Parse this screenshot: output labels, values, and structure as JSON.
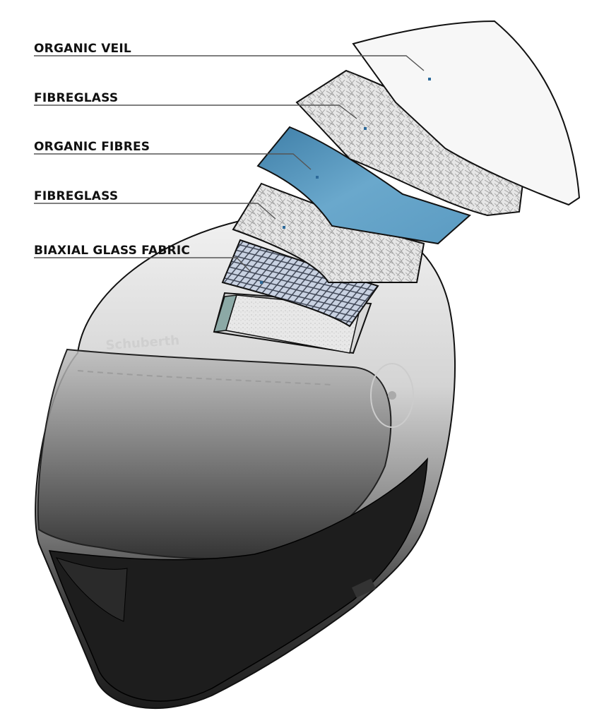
{
  "diagram": {
    "type": "exploded-view",
    "subject": "helmet shell layers",
    "brand_mark": "Schuberth",
    "colors": {
      "label_text": "#111111",
      "leader_line": "#555555",
      "organic_fibres_layer": "#5e9ec4",
      "marker_dot": "#2d6a9a",
      "helmet_top": "#e4e4e4",
      "helmet_bottom": "#1e1e1e"
    },
    "layers": [
      {
        "id": "organic-veil",
        "label": "ORGANIC VEIL",
        "order": 1
      },
      {
        "id": "fibreglass-outer",
        "label": "FIBREGLASS",
        "order": 2
      },
      {
        "id": "organic-fibres",
        "label": "ORGANIC FIBRES",
        "order": 3
      },
      {
        "id": "fibreglass-inner",
        "label": "FIBREGLASS",
        "order": 4
      },
      {
        "id": "biaxial-glass-fabric",
        "label": "BIAXIAL GLASS FABRIC",
        "order": 5
      }
    ]
  }
}
